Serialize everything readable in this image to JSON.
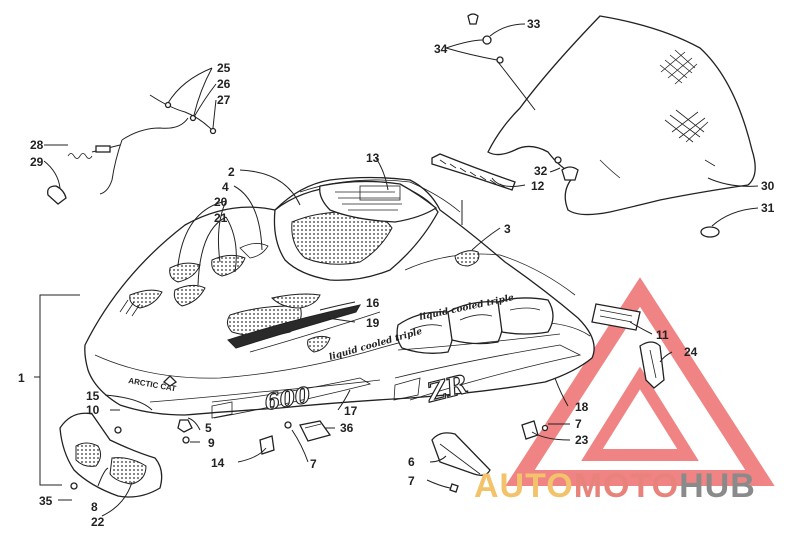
{
  "diagram": {
    "labels": [
      {
        "id": "1",
        "text": "1"
      },
      {
        "id": "2",
        "text": "2"
      },
      {
        "id": "3",
        "text": "3"
      },
      {
        "id": "4",
        "text": "4"
      },
      {
        "id": "5",
        "text": "5"
      },
      {
        "id": "6",
        "text": "6"
      },
      {
        "id": "7a",
        "text": "7"
      },
      {
        "id": "7b",
        "text": "7"
      },
      {
        "id": "7c",
        "text": "7"
      },
      {
        "id": "8",
        "text": "8"
      },
      {
        "id": "9",
        "text": "9"
      },
      {
        "id": "10",
        "text": "10"
      },
      {
        "id": "11",
        "text": "11"
      },
      {
        "id": "12",
        "text": "12"
      },
      {
        "id": "13",
        "text": "13"
      },
      {
        "id": "14",
        "text": "14"
      },
      {
        "id": "15",
        "text": "15"
      },
      {
        "id": "16",
        "text": "16"
      },
      {
        "id": "17",
        "text": "17"
      },
      {
        "id": "18",
        "text": "18"
      },
      {
        "id": "19",
        "text": "19"
      },
      {
        "id": "20",
        "text": "20"
      },
      {
        "id": "21",
        "text": "21"
      },
      {
        "id": "22",
        "text": "22"
      },
      {
        "id": "23",
        "text": "23"
      },
      {
        "id": "24",
        "text": "24"
      },
      {
        "id": "25",
        "text": "25"
      },
      {
        "id": "26",
        "text": "26"
      },
      {
        "id": "27",
        "text": "27"
      },
      {
        "id": "28",
        "text": "28"
      },
      {
        "id": "29",
        "text": "29"
      },
      {
        "id": "30",
        "text": "30"
      },
      {
        "id": "31",
        "text": "31"
      },
      {
        "id": "32",
        "text": "32"
      },
      {
        "id": "33",
        "text": "33"
      },
      {
        "id": "34",
        "text": "34"
      },
      {
        "id": "35",
        "text": "35"
      },
      {
        "id": "36",
        "text": "36"
      }
    ],
    "decals": {
      "brand": "ARCTIC CAT",
      "engine": "600",
      "model": "ZR",
      "side_text": "liquid cooled triple"
    }
  },
  "watermark": {
    "part1": "AUTO",
    "part2": "MOTO",
    "part3": "HUB",
    "color_auto": "#f2c36b",
    "color_moto": "#e8837c",
    "color_hub": "#8a8a8a",
    "triangle_color": "#ee6e6e"
  }
}
